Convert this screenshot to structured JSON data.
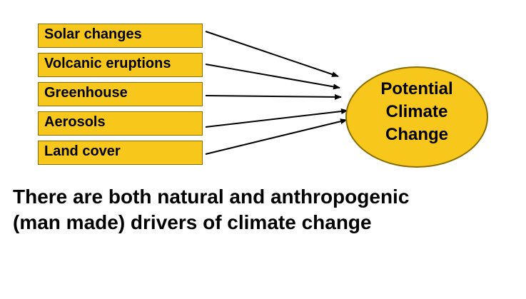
{
  "drivers": [
    {
      "label": "Solar changes"
    },
    {
      "label": "Volcanic eruptions"
    },
    {
      "label": "Greenhouse"
    },
    {
      "label": "Aerosols"
    },
    {
      "label": "Land cover"
    }
  ],
  "target": {
    "label": "Potential\nClimate\nChange"
  },
  "caption": "There are both natural and anthropogenic\n(man made) drivers of climate change",
  "colors": {
    "box_fill": "#f7c71b",
    "box_border": "#8a6d00",
    "arrow": "#000000"
  }
}
